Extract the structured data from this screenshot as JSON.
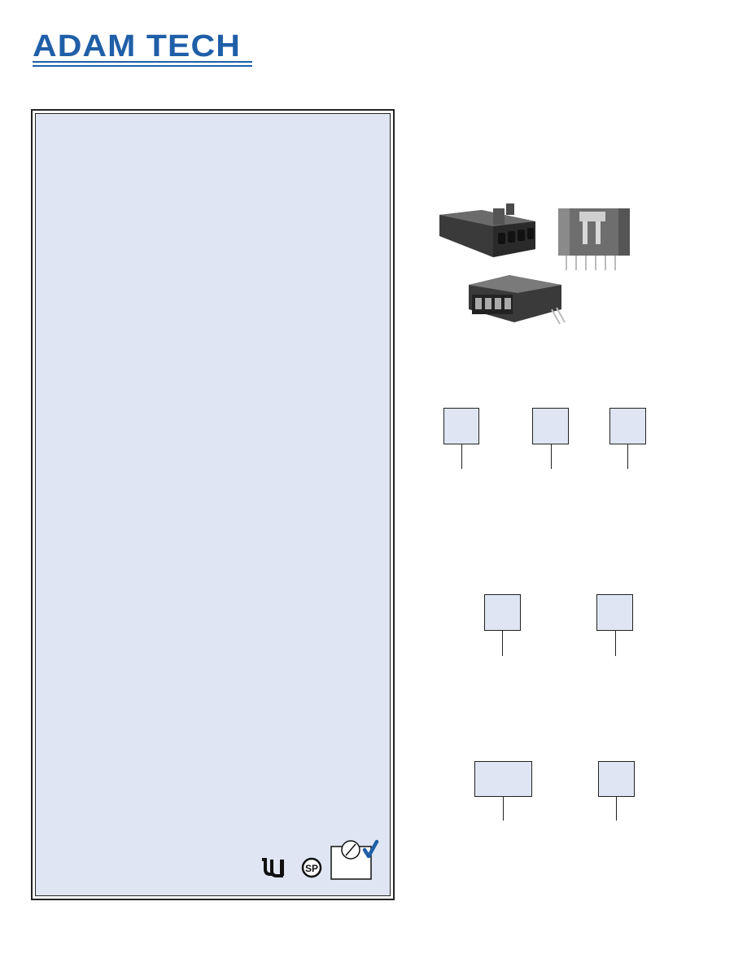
{
  "brand": {
    "name": "ADAM TECH",
    "color": "#1f5fa8"
  },
  "panel": {
    "fill": "#dfe5f2",
    "border": "#222222"
  },
  "photos": [
    {
      "name": "connector-housing-photo"
    },
    {
      "name": "connector-header-vertical-photo"
    },
    {
      "name": "connector-header-right-angle-photo"
    }
  ],
  "ordering_boxes": [
    {
      "group": 1,
      "count": 3
    },
    {
      "group": 2,
      "count": 2
    },
    {
      "group": 3,
      "count": 2
    }
  ],
  "certifications": [
    {
      "name": "ul-recognized-icon"
    },
    {
      "name": "csa-certified-icon"
    },
    {
      "name": "rohs-compliant-icon"
    }
  ]
}
